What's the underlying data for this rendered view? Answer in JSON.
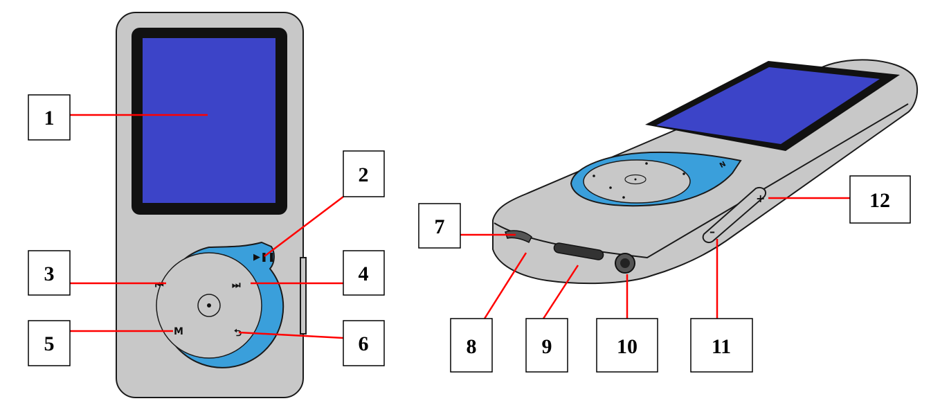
{
  "labels": {
    "l1": "1",
    "l2": "2",
    "l3": "3",
    "l4": "4",
    "l5": "5",
    "l6": "6",
    "l7": "7",
    "l8": "8",
    "l9": "9",
    "l10": "10",
    "l11": "11",
    "l12": "12"
  },
  "glyphs": {
    "play_pause": "▶❚❚",
    "previous": "⏮",
    "next": "⏭",
    "menu": "M",
    "back": "⮌",
    "plus": "+",
    "minus": "–"
  },
  "colors": {
    "screen": "#3c44c8",
    "ring": "#3a9fdb",
    "body": "#c8c8c8",
    "leader": "#ff0000"
  }
}
